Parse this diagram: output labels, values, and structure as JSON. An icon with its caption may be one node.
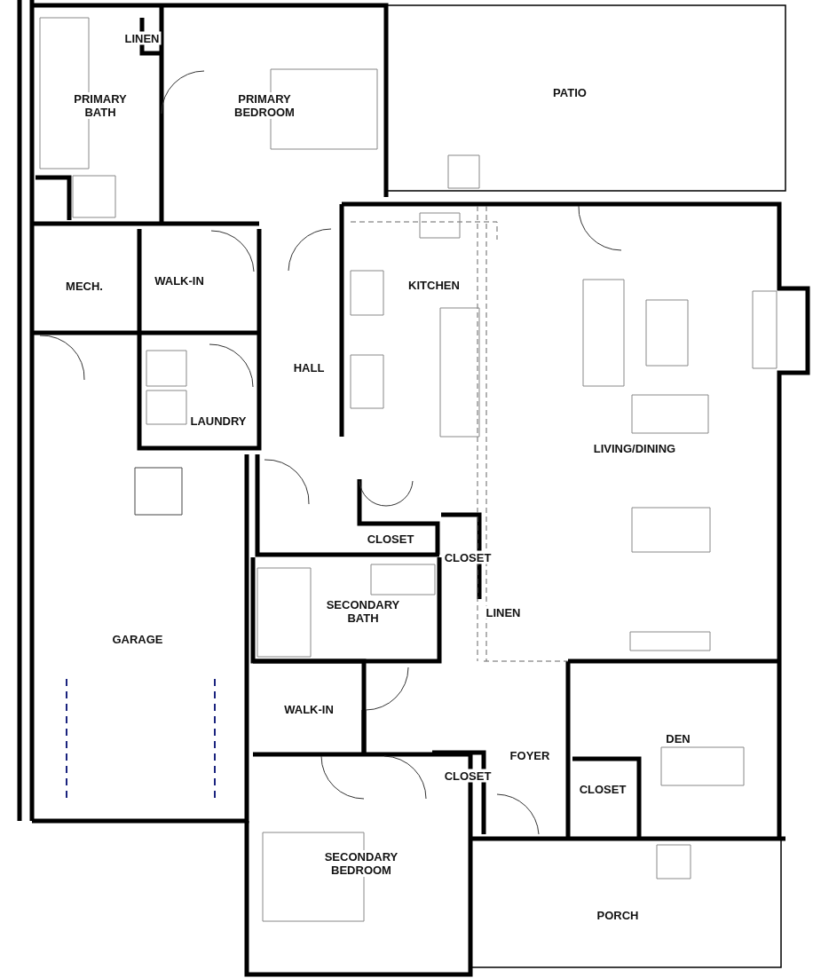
{
  "diagram": {
    "labels": [
      "LINEN",
      "PATIO",
      "PRIMARY BATH",
      "PRIMARY BEDROOM",
      "MECH.",
      "WALK-IN",
      "KITCHEN",
      "HALL",
      "LAUNDRY",
      "LIVING/DINING",
      "CLOSET",
      "CLOSET",
      "SECONDARY BATH",
      "LINEN",
      "GARAGE",
      "WALK-IN",
      "FOYER",
      "DEN",
      "CLOSET",
      "CLOSET",
      "SECONDARY BEDROOM",
      "PORCH"
    ]
  }
}
